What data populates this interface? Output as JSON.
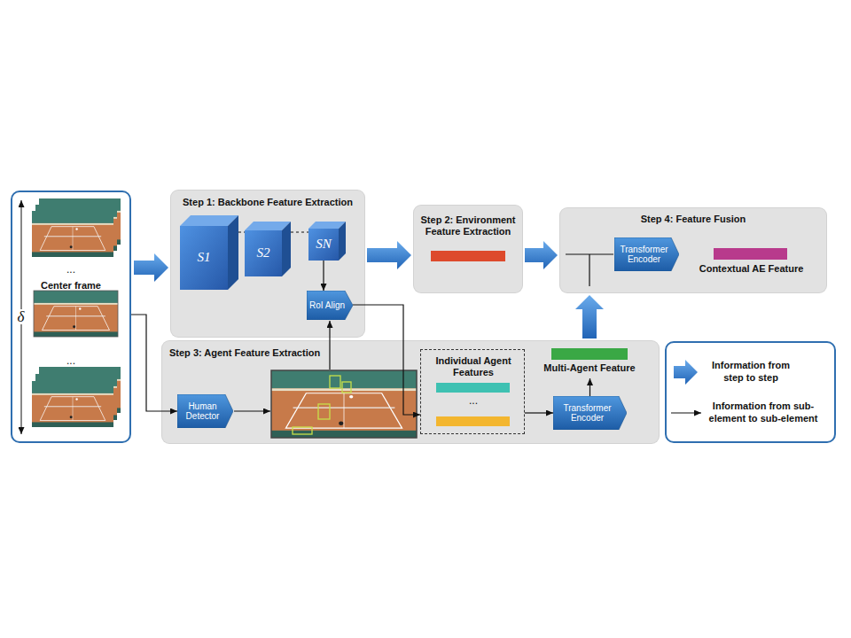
{
  "diagram": {
    "nodes": [
      {
        "text": [
          "...",
          "Center frame",
          "..."
        ]
      },
      {
        "text": [
          "Step 1: Backbone Feature Extraction"
        ]
      },
      {
        "text": [
          "S1"
        ],
        "in": 1
      },
      {
        "text": [
          "S2"
        ],
        "in": 1
      },
      {
        "text": [
          "SN"
        ],
        "in": 1
      },
      {
        "text": [
          "RoI Align"
        ],
        "in": 1
      },
      {
        "text": [
          "Step 2: Environment Feature Extraction"
        ]
      },
      {
        "text": [
          "Step 4: Feature Fusion"
        ]
      },
      {
        "text": [
          "Transformer Encoder"
        ],
        "in": 7
      },
      {
        "text": [
          "Contextual AE Feature"
        ],
        "in": 7
      },
      {
        "text": [
          "Step 3: Agent Feature Extraction"
        ]
      },
      {
        "text": [
          "Human Detector"
        ],
        "in": 10
      },
      {
        "text": [
          "Individual Agent Features"
        ],
        "in": 10
      },
      {
        "text": [
          "Transformer Encoder"
        ],
        "in": 10
      },
      {
        "text": [
          "Multi-Agent Feature"
        ],
        "in": 10
      }
    ],
    "edges": [
      {
        "from": 0,
        "to": 1,
        "arrow": "to"
      },
      {
        "from": 1,
        "to": 6,
        "arrow": "to"
      },
      {
        "from": 6,
        "to": 7,
        "arrow": "to"
      },
      {
        "from": 10,
        "to": 7,
        "arrow": "to"
      },
      {
        "from": 0,
        "to": 11,
        "arrow": "to"
      },
      {
        "from": 2,
        "to": 3,
        "arrow": "none"
      },
      {
        "from": 3,
        "to": 4,
        "arrow": "none"
      },
      {
        "from": 4,
        "to": 5,
        "arrow": "to"
      },
      {
        "from": 5,
        "to": 12,
        "arrow": "to"
      },
      {
        "from": 12,
        "to": 13,
        "arrow": "to"
      },
      {
        "from": 13,
        "to": 14,
        "arrow": "to"
      }
    ],
    "labels": [
      "δ",
      "..."
    ],
    "legend": [
      {
        "text": "Information from step to step"
      },
      {
        "text": "Information from sub-element to sub-element"
      }
    ]
  }
}
